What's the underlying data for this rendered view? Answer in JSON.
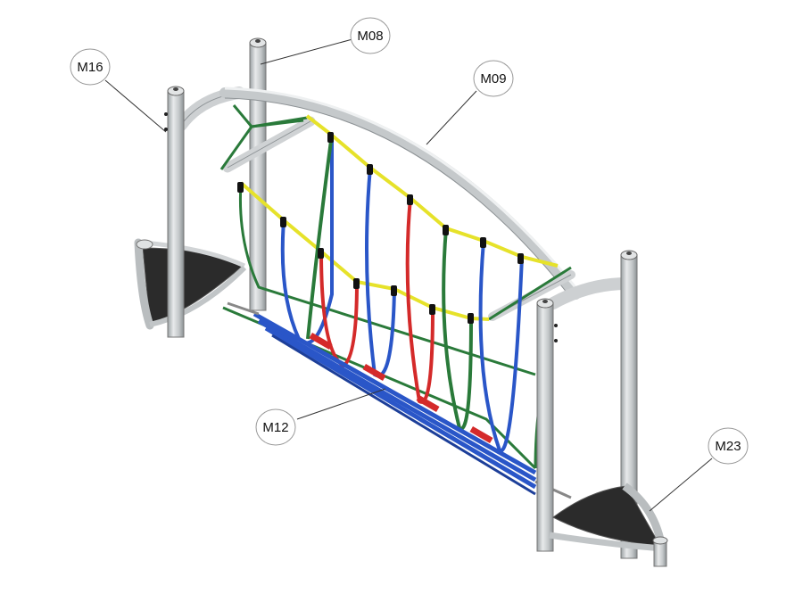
{
  "callouts": {
    "m08": "M08",
    "m09": "M09",
    "m16": "M16",
    "m12": "M12",
    "m23": "M23"
  },
  "colors": {
    "post": "#c9ccce",
    "post_dark": "#8e9396",
    "platform": "#2b2b2b",
    "rope_yellow": "#e6e22a",
    "rope_green": "#2a7a3a",
    "rope_blue": "#2a56c8",
    "rope_red": "#d42a2a",
    "clip": "#111111"
  }
}
